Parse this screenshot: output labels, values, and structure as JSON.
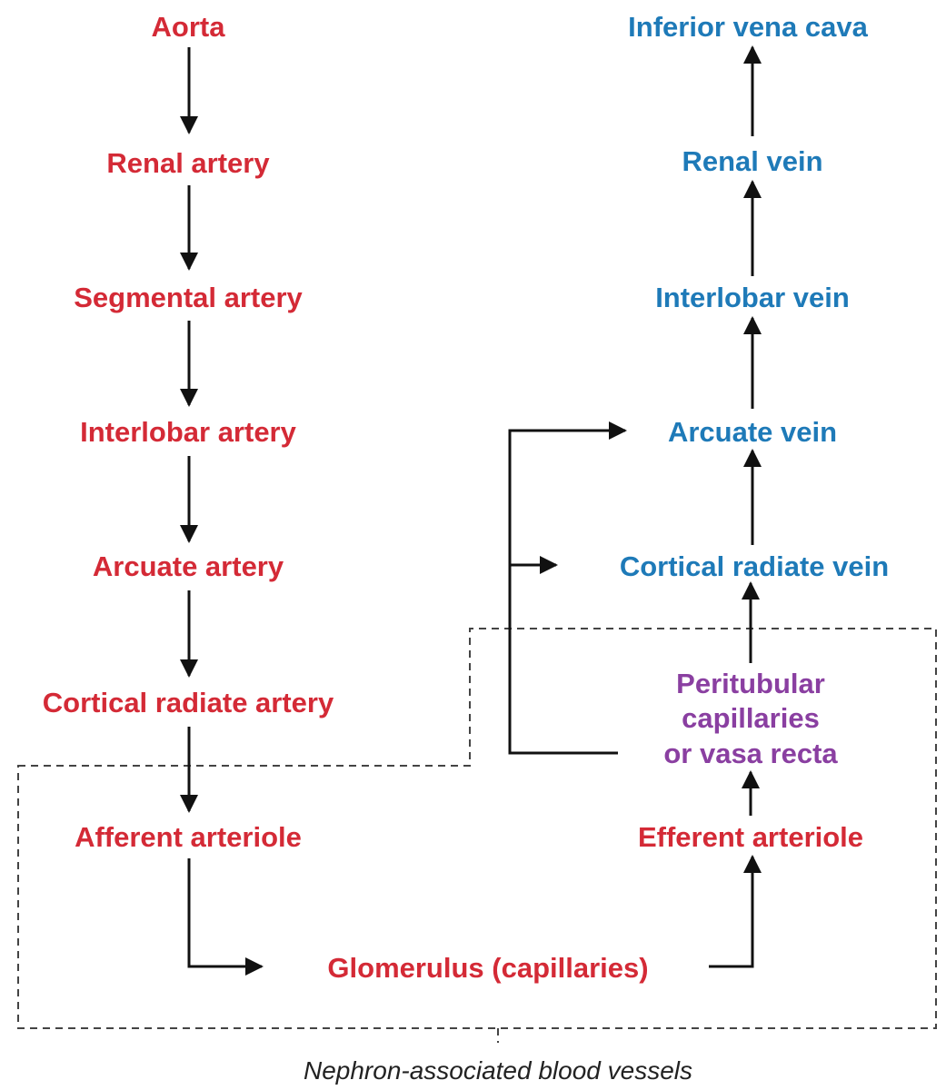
{
  "arterial": {
    "aorta": "Aorta",
    "renal_artery": "Renal artery",
    "segmental_artery": "Segmental artery",
    "interlobar_artery": "Interlobar artery",
    "arcuate_artery": "Arcuate artery",
    "cortical_radiate_artery": "Cortical radiate artery",
    "afferent_arteriole": "Afferent arteriole"
  },
  "glomerulus": "Glomerulus (capillaries)",
  "efferent_arteriole": "Efferent arteriole",
  "peritubular": {
    "line1": "Peritubular",
    "line2": "capillaries",
    "line3": "or vasa recta"
  },
  "venous": {
    "cortical_radiate_vein": "Cortical radiate vein",
    "arcuate_vein": "Arcuate vein",
    "interlobar_vein": "Interlobar vein",
    "renal_vein": "Renal vein",
    "inferior_vena_cava": "Inferior vena cava"
  },
  "caption": "Nephron-associated blood vessels",
  "colors": {
    "artery": "#d42a36",
    "vein": "#1e7ab8",
    "capillary": "#8a3fa1"
  }
}
